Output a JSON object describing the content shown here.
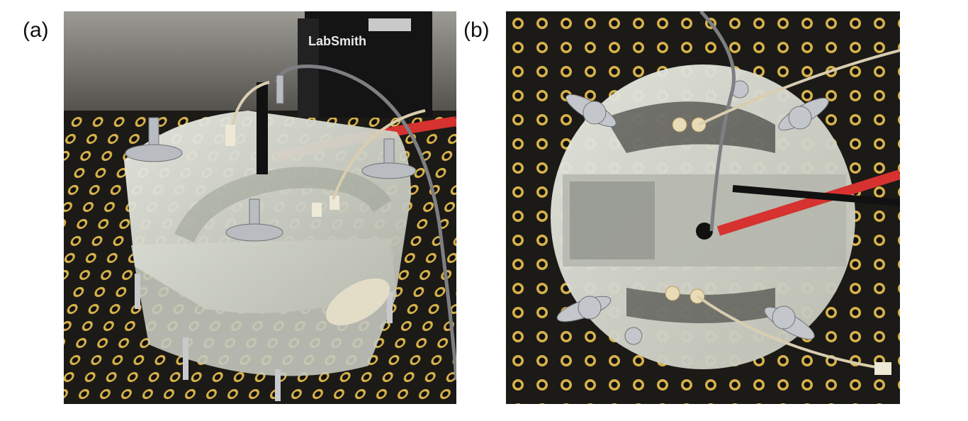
{
  "panels": [
    {
      "label": "(a)",
      "brand_text": "LabSmith",
      "photo_description_icon": "photo-icon"
    },
    {
      "label": "(b)",
      "photo_description_icon": "photo-icon"
    }
  ],
  "colors": {
    "board": "#1b1a17",
    "hole_ring": "#d8b24a",
    "acrylic": "#dcded6",
    "red_tube": "#d6322f",
    "grey_wire": "#7d7f82",
    "metal": "#b9bcc0"
  }
}
